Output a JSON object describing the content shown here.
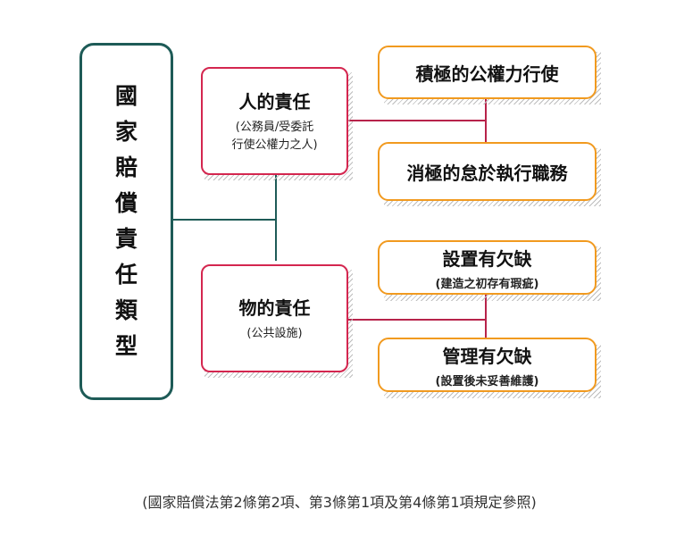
{
  "root": {
    "chars": [
      "國",
      "家",
      "賠",
      "償",
      "責",
      "任",
      "類",
      "型"
    ]
  },
  "person": {
    "title": "人的責任",
    "sub_line1": "(公務員/受委託",
    "sub_line2": "行使公權力之人)",
    "items": [
      {
        "title": "積極的公權力行使"
      },
      {
        "title": "消極的怠於執行職務"
      }
    ]
  },
  "object": {
    "title": "物的責任",
    "sub": "(公共設施)",
    "items": [
      {
        "title": "設置有欠缺",
        "sub": "(建造之初存有瑕疵)"
      },
      {
        "title": "管理有欠缺",
        "sub": "(設置後未妥善維護)"
      }
    ]
  },
  "footer": "(國家賠償法第2條第2項、第3條第1項及第4條第1項規定參照)",
  "colors": {
    "teal": "#1e5b57",
    "red": "#d4264f",
    "orange": "#f19a1f",
    "connector": "#b7234a"
  }
}
